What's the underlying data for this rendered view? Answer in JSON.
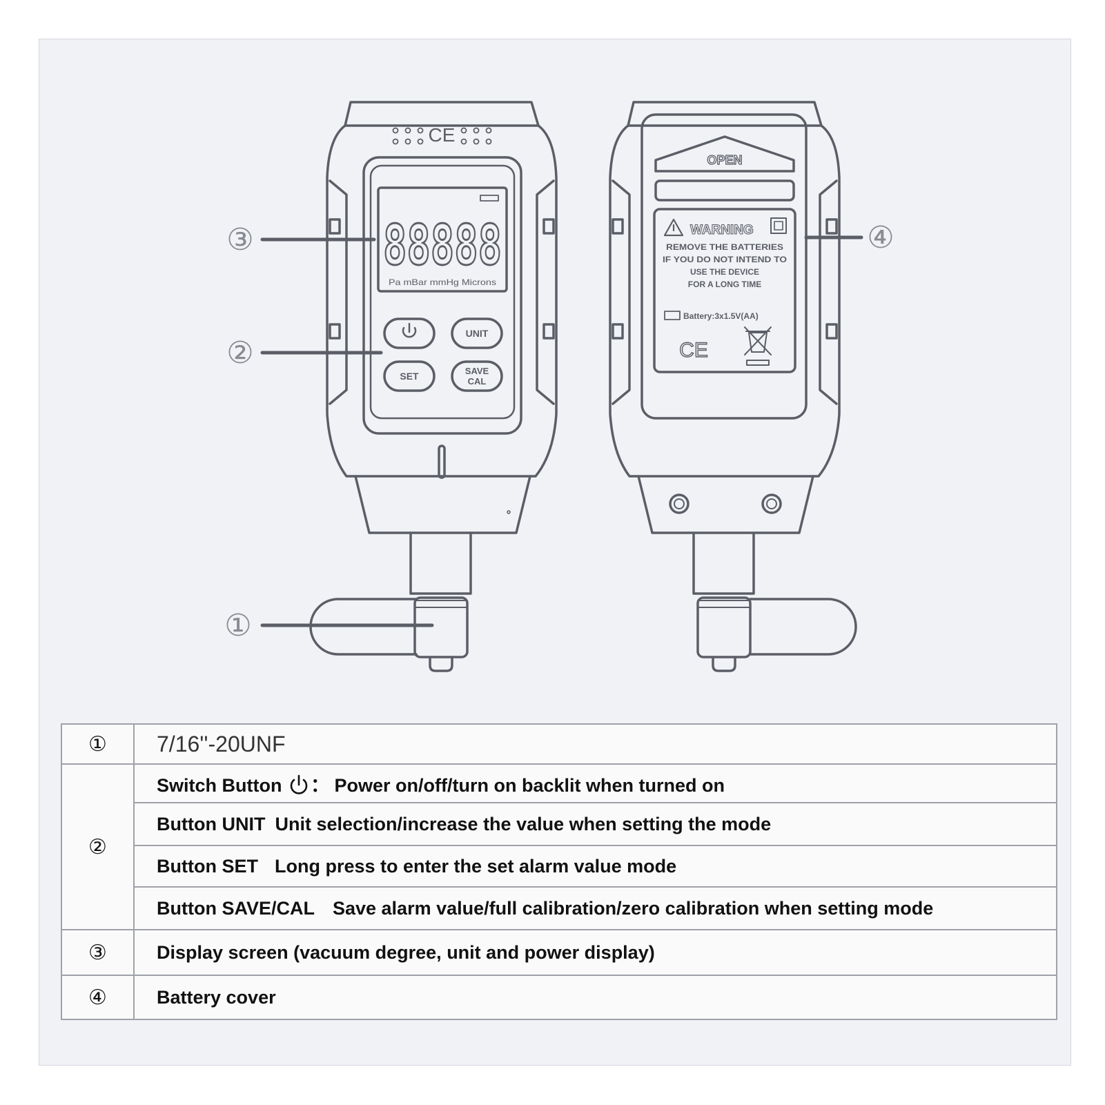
{
  "colors": {
    "panel_bg": "#f1f2f6",
    "line": "#5b5e66",
    "label": "#888b92",
    "table_border": "#9ea1a8"
  },
  "callouts": [
    "③",
    "②",
    "①",
    "④"
  ],
  "front": {
    "lcd_digits": "88888",
    "lcd_units": "Pa  mBar  mmHg  Microns",
    "button_unit": "UNIT",
    "button_set": "SET",
    "button_save_line1": "SAVE",
    "button_save_line2": "CAL",
    "ce_mark": "CE"
  },
  "back": {
    "open_label": "OPEN",
    "warning_title": "WARNING",
    "warning_lines": [
      "REMOVE THE BATTERIES",
      "IF YOU DO NOT INTEND TO",
      "USE THE DEVICE",
      "FOR A LONG TIME"
    ],
    "battery_spec": "Battery:3x1.5V(AA)",
    "ce_mark": "CE"
  },
  "legend": {
    "row1": {
      "num": "①",
      "text": "7/16''-20UNF"
    },
    "row2": {
      "num": "②",
      "switch_label": "Switch Button",
      "switch_colon": "：",
      "switch_desc": "Power on/off/turn on backlit when turned on",
      "unit_label": "Button UNIT",
      "unit_desc": "Unit selection/increase the value when setting the mode",
      "set_label": "Button SET",
      "set_desc": "Long press to enter the set alarm value mode",
      "save_label": "Button SAVE/CAL",
      "save_desc": "Save alarm value/full calibration/zero calibration when setting mode"
    },
    "row3": {
      "num": "③",
      "text": "Display screen (vacuum degree, unit and power display)"
    },
    "row4": {
      "num": "④",
      "text": "Battery cover"
    }
  }
}
